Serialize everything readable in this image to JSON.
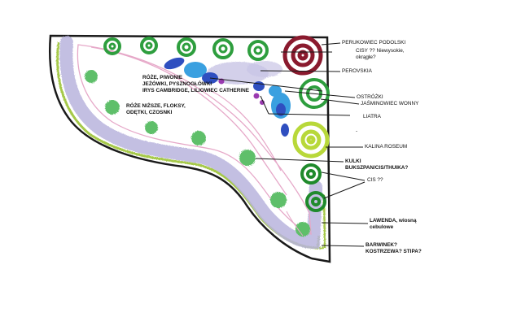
{
  "plan_labels": {
    "roses_peonies": [
      "RÓŻE, PIWONIE",
      "JEŻÓWKI, PYSZNOGŁÓWKI",
      "IRYS CAMBRIDGE, LILIOWIEC CATHERINE"
    ],
    "low_roses": [
      "RÓŻE NIŻSZE, FLOKSY,",
      "ODĘTKI, CZOSNKI"
    ]
  },
  "legend": {
    "perukowiec": "PERUKOWIEC PODOLSKI",
    "cisy_tall": [
      "CISY ?? Niewysokie,",
      "okrągłe?"
    ],
    "perovskia": "PEROVSKIA",
    "ostrozki": "OSTRÓŻKI",
    "jasminowiec": "JAŚMINOWIEC WONNY",
    "liatra": "LIATRA",
    "dash": "-",
    "kalina": "KALINA ROSEUM",
    "kulki": [
      "KULKI",
      "BUKSZPAN/CIS/THUIKA?"
    ],
    "cis": "CIS ??",
    "lawenda": [
      "LAWENDA, wiosną",
      "cebulowe"
    ],
    "barwinek": [
      "BARWINEK?",
      "KOSTRZEWA? STIPA?"
    ]
  },
  "colors": {
    "outline": "#1a1a1a",
    "green_shrub": "#2e9e3e",
    "bright_green": "#1f8a2c",
    "lime": "#b8d83a",
    "lavender": "#b9b4de",
    "pink_line": "#e6a8c8",
    "grass_edge": "#a6c94a",
    "maroon": "#8a1a2e",
    "blue": "#2f4fc0",
    "light_blue": "#3aa0e0",
    "purple": "#9a3ab0",
    "light_green_dot": "#5fbf6a"
  }
}
